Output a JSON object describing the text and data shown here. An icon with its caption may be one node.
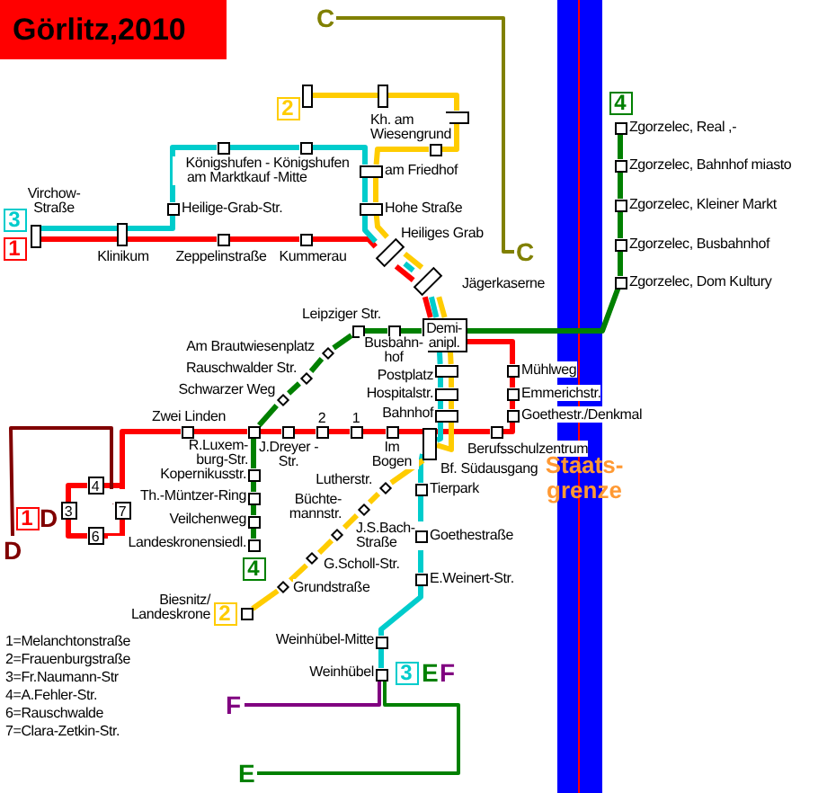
{
  "diagram": {
    "title": "Görlitz,2010",
    "nodes": [
      {
        "text": [
          "C"
        ]
      },
      {
        "text": [
          "2"
        ]
      },
      {
        "text": [],
        "shape": "box"
      },
      {
        "text": [],
        "shape": "box"
      },
      {
        "text": [],
        "shape": "box"
      },
      {
        "text": [
          "Kh. am Wiesengrund"
        ]
      },
      {
        "text": [
          "4"
        ]
      },
      {
        "text": [
          "Zgorzelec, Real ,-"
        ]
      },
      {
        "text": [
          "Königshufen -am Marktkauf"
        ]
      },
      {
        "text": [
          "Königshufen -Mitte"
        ]
      },
      {
        "text": [
          "am Friedhof"
        ]
      },
      {
        "text": [
          "Zgorzelec, Bahnhof miasto"
        ]
      },
      {
        "text": [
          "Virchow- Straße"
        ]
      },
      {
        "text": [
          "Heilige-Grab-Str."
        ]
      },
      {
        "text": [
          "Hohe Straße"
        ]
      },
      {
        "text": [
          "Zgorzelec, Kleiner Markt"
        ]
      },
      {
        "text": [
          "3"
        ]
      },
      {
        "text": [
          "1"
        ]
      },
      {
        "text": [
          "Klinikum"
        ]
      },
      {
        "text": [
          "Zeppelinstraße"
        ]
      },
      {
        "text": [
          "Kummerau"
        ]
      },
      {
        "text": [
          "Heiliges Grab"
        ]
      },
      {
        "text": [
          "Zgorzelec, Busbahnhof"
        ]
      },
      {
        "text": [
          "Jägerkaserne"
        ]
      },
      {
        "text": [
          "Zgorzelec, Dom Kultury"
        ]
      },
      {
        "text": [
          "C"
        ]
      },
      {
        "text": [
          "Leipziger Str."
        ]
      },
      {
        "text": [
          "Demi- anipl."
        ]
      },
      {
        "text": [
          "Busbahn- hof"
        ]
      },
      {
        "text": [
          "Am Brautwiesenplatz"
        ]
      },
      {
        "text": [
          "Postplatz"
        ]
      },
      {
        "text": [
          "Mühlweg"
        ]
      },
      {
        "text": [
          "Rauschwalder Str."
        ]
      },
      {
        "text": [
          "Hospitalstr."
        ]
      },
      {
        "text": [
          "Emmerichstr."
        ]
      },
      {
        "text": [
          "Schwarzer Weg"
        ]
      },
      {
        "text": [
          "Bahnhof"
        ]
      },
      {
        "text": [
          "Goethestr./Denkmal"
        ]
      },
      {
        "text": [
          "Zwei Linden"
        ]
      },
      {
        "text": [
          "R.Luxem- burg-Str."
        ]
      },
      {
        "text": [
          "J.Dreyer -Str."
        ]
      },
      {
        "text": [
          "2"
        ]
      },
      {
        "text": [
          "1"
        ]
      },
      {
        "text": [
          "Im Bogen"
        ]
      },
      {
        "text": [
          "Bf. Südausgang"
        ]
      },
      {
        "text": [
          "Berufsschulzentrum"
        ]
      },
      {
        "text": [
          "Kopernikusstr."
        ]
      },
      {
        "text": [
          "Lutherstr."
        ]
      },
      {
        "text": [
          "Tierpark"
        ]
      },
      {
        "text": [
          "4"
        ]
      },
      {
        "text": [
          "Th.-Müntzer-Ring"
        ]
      },
      {
        "text": [
          "Büchte- mannstr."
        ]
      },
      {
        "text": [
          "1"
        ]
      },
      {
        "text": [
          "3"
        ]
      },
      {
        "text": [
          "7"
        ]
      },
      {
        "text": [
          "Veilchenweg"
        ]
      },
      {
        "text": [
          "6"
        ]
      },
      {
        "text": [
          "J.S.Bach- Straße"
        ]
      },
      {
        "text": [
          "Goethestraße"
        ]
      },
      {
        "text": [
          "Landeskronensiedl."
        ]
      },
      {
        "text": [
          "D"
        ]
      },
      {
        "text": [
          "G.Scholl-Str."
        ]
      },
      {
        "text": [
          "4"
        ]
      },
      {
        "text": [
          "E.Weinert-Str."
        ]
      },
      {
        "text": [
          "Grundstraße"
        ]
      },
      {
        "text": [
          "Biesnitz/ Landeskrone"
        ]
      },
      {
        "text": [
          "2"
        ]
      },
      {
        "text": [
          "Weinhübel-Mitte"
        ]
      },
      {
        "text": [
          "Weinhübel"
        ]
      },
      {
        "text": [
          "3"
        ]
      },
      {
        "text": [
          "F"
        ]
      },
      {
        "text": [
          "E"
        ]
      }
    ],
    "edges": [
      {
        "from": 12,
        "to": 18,
        "arrow": "none",
        "color": "#ff0000"
      },
      {
        "from": 18,
        "to": 19,
        "arrow": "none",
        "color": "#ff0000"
      },
      {
        "from": 19,
        "to": 20,
        "arrow": "none",
        "color": "#ff0000"
      },
      {
        "from": 20,
        "to": 21,
        "arrow": "none",
        "color": "#ff0000"
      },
      {
        "from": 21,
        "to": 23,
        "arrow": "none",
        "color": "#ff0000"
      },
      {
        "from": 23,
        "to": 27,
        "arrow": "none",
        "color": "#ff0000"
      },
      {
        "from": 27,
        "to": 31,
        "arrow": "none",
        "color": "#ff0000"
      },
      {
        "from": 31,
        "to": 34,
        "arrow": "none",
        "color": "#ff0000"
      },
      {
        "from": 34,
        "to": 37,
        "arrow": "none",
        "color": "#ff0000"
      },
      {
        "from": 37,
        "to": 45,
        "arrow": "none",
        "color": "#ff0000"
      },
      {
        "from": 45,
        "to": 44,
        "arrow": "none",
        "color": "#ff0000"
      },
      {
        "from": 44,
        "to": 43,
        "arrow": "none",
        "color": "#ff0000"
      },
      {
        "from": 43,
        "to": 42,
        "arrow": "none",
        "color": "#ff0000"
      },
      {
        "from": 42,
        "to": 41,
        "arrow": "none",
        "color": "#ff0000"
      },
      {
        "from": 41,
        "to": 40,
        "arrow": "none",
        "color": "#ff0000"
      },
      {
        "from": 40,
        "to": 39,
        "arrow": "none",
        "color": "#ff0000"
      },
      {
        "from": 39,
        "to": 38,
        "arrow": "none",
        "color": "#ff0000"
      },
      {
        "from": 38,
        "to": 54,
        "arrow": "none",
        "color": "#ff0000"
      },
      {
        "from": 54,
        "to": 56,
        "arrow": "none",
        "color": "#ff0000"
      },
      {
        "from": 56,
        "to": 53,
        "arrow": "none",
        "color": "#ff0000"
      },
      {
        "from": 53,
        "to": 49,
        "arrow": "none",
        "color": "#ff0000"
      },
      {
        "from": 49,
        "to": 54,
        "arrow": "none",
        "color": "#ff0000"
      },
      {
        "from": 12,
        "to": 18,
        "arrow": "none",
        "color": "#00cccc"
      },
      {
        "from": 18,
        "to": 13,
        "arrow": "none",
        "color": "#00cccc"
      },
      {
        "from": 13,
        "to": 8,
        "arrow": "none",
        "color": "#00cccc"
      },
      {
        "from": 8,
        "to": 9,
        "arrow": "none",
        "color": "#00cccc"
      },
      {
        "from": 9,
        "to": 10,
        "arrow": "none",
        "color": "#00cccc"
      },
      {
        "from": 10,
        "to": 14,
        "arrow": "none",
        "color": "#00cccc"
      },
      {
        "from": 14,
        "to": 21,
        "arrow": "none",
        "color": "#00cccc"
      },
      {
        "from": 21,
        "to": 23,
        "arrow": "none",
        "color": "#00cccc"
      },
      {
        "from": 23,
        "to": 27,
        "arrow": "none",
        "color": "#00cccc"
      },
      {
        "from": 27,
        "to": 30,
        "arrow": "none",
        "color": "#00cccc"
      },
      {
        "from": 30,
        "to": 33,
        "arrow": "none",
        "color": "#00cccc"
      },
      {
        "from": 33,
        "to": 36,
        "arrow": "none",
        "color": "#00cccc"
      },
      {
        "from": 36,
        "to": 44,
        "arrow": "none",
        "color": "#00cccc"
      },
      {
        "from": 44,
        "to": 48,
        "arrow": "none",
        "color": "#00cccc"
      },
      {
        "from": 48,
        "to": 58,
        "arrow": "none",
        "color": "#00cccc"
      },
      {
        "from": 58,
        "to": 63,
        "arrow": "none",
        "color": "#00cccc"
      },
      {
        "from": 63,
        "to": 67,
        "arrow": "none",
        "color": "#00cccc"
      },
      {
        "from": 67,
        "to": 68,
        "arrow": "none",
        "color": "#00cccc"
      },
      {
        "from": 2,
        "to": 3,
        "arrow": "none",
        "color": "#ffcc00"
      },
      {
        "from": 3,
        "to": 4,
        "arrow": "none",
        "color": "#ffcc00"
      },
      {
        "from": 4,
        "to": 5,
        "arrow": "none",
        "color": "#ffcc00"
      },
      {
        "from": 5,
        "to": 10,
        "arrow": "none",
        "color": "#ffcc00"
      },
      {
        "from": 10,
        "to": 14,
        "arrow": "none",
        "color": "#ffcc00"
      },
      {
        "from": 14,
        "to": 21,
        "arrow": "none",
        "color": "#ffcc00"
      },
      {
        "from": 21,
        "to": 23,
        "arrow": "none",
        "color": "#ffcc00"
      },
      {
        "from": 23,
        "to": 27,
        "arrow": "none",
        "color": "#ffcc00"
      },
      {
        "from": 27,
        "to": 30,
        "arrow": "none",
        "color": "#ffcc00"
      },
      {
        "from": 30,
        "to": 33,
        "arrow": "none",
        "color": "#ffcc00"
      },
      {
        "from": 33,
        "to": 36,
        "arrow": "none",
        "color": "#ffcc00"
      },
      {
        "from": 36,
        "to": 44,
        "arrow": "none",
        "color": "#ffcc00"
      },
      {
        "from": 44,
        "to": 47,
        "arrow": "none",
        "color": "#ffcc00"
      },
      {
        "from": 47,
        "to": 51,
        "arrow": "none",
        "color": "#ffcc00"
      },
      {
        "from": 51,
        "to": 57,
        "arrow": "none",
        "color": "#ffcc00"
      },
      {
        "from": 57,
        "to": 61,
        "arrow": "none",
        "color": "#ffcc00"
      },
      {
        "from": 61,
        "to": 64,
        "arrow": "none",
        "color": "#ffcc00"
      },
      {
        "from": 64,
        "to": 65,
        "arrow": "none",
        "color": "#ffcc00"
      },
      {
        "from": 7,
        "to": 11,
        "arrow": "none",
        "color": "#008000"
      },
      {
        "from": 11,
        "to": 15,
        "arrow": "none",
        "color": "#008000"
      },
      {
        "from": 15,
        "to": 22,
        "arrow": "none",
        "color": "#008000"
      },
      {
        "from": 22,
        "to": 24,
        "arrow": "none",
        "color": "#008000"
      },
      {
        "from": 24,
        "to": 27,
        "arrow": "none",
        "color": "#008000"
      },
      {
        "from": 27,
        "to": 28,
        "arrow": "none",
        "color": "#008000"
      },
      {
        "from": 28,
        "to": 26,
        "arrow": "none",
        "color": "#008000"
      },
      {
        "from": 26,
        "to": 29,
        "arrow": "none",
        "color": "#008000"
      },
      {
        "from": 29,
        "to": 32,
        "arrow": "none",
        "color": "#008000"
      },
      {
        "from": 32,
        "to": 35,
        "arrow": "none",
        "color": "#008000"
      },
      {
        "from": 35,
        "to": 39,
        "arrow": "none",
        "color": "#008000"
      },
      {
        "from": 39,
        "to": 46,
        "arrow": "none",
        "color": "#008000"
      },
      {
        "from": 46,
        "to": 50,
        "arrow": "none",
        "color": "#008000"
      },
      {
        "from": 50,
        "to": 55,
        "arrow": "none",
        "color": "#008000"
      },
      {
        "from": 55,
        "to": 59,
        "arrow": "none",
        "color": "#008000"
      },
      {
        "from": 0,
        "to": 25,
        "arrow": "none",
        "color": "#808000"
      },
      {
        "from": 60,
        "to": 54,
        "arrow": "none",
        "color": "#800000"
      },
      {
        "from": 70,
        "to": 68,
        "arrow": "none",
        "color": "#800080"
      },
      {
        "from": 71,
        "to": 68,
        "arrow": "none",
        "color": "#008000"
      }
    ],
    "labels": [
      "Staats- grenze",
      "D",
      "E",
      "F",
      "1=Melanchtonstraße",
      "2=Frauenburgstraße",
      "3=Fr.Naumann-Str",
      "4=A.Fehler-Str.",
      "6=Rauschwalde",
      "7=Clara-Zetkin-Str."
    ]
  }
}
